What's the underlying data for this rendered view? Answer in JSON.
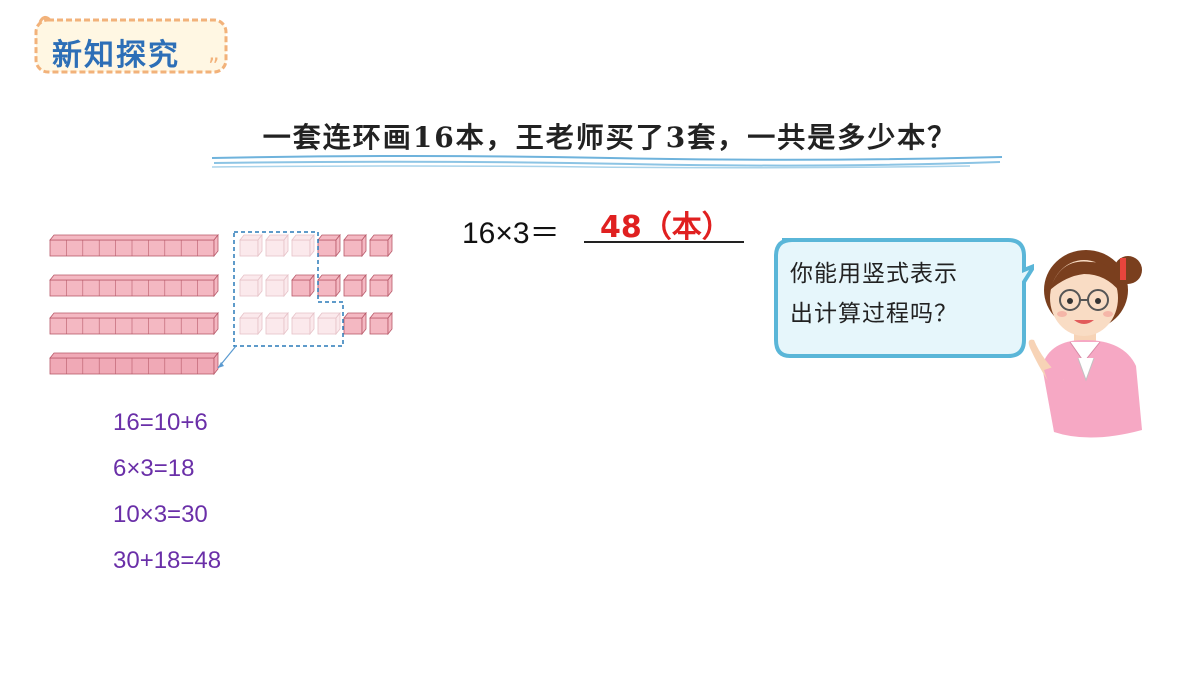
{
  "header": {
    "title": "新知探究"
  },
  "problem": {
    "question": "一套连环画16本，王老师买了3套，一共是多少本？"
  },
  "equation": {
    "expression": "16×3＝",
    "answer": "48（本）"
  },
  "steps": [
    "16=10+6",
    "6×3=18",
    "10×3=30",
    "30+18=48"
  ],
  "bubble": {
    "line1": "你能用竖式表示",
    "line2": "出计算过程吗？"
  },
  "colors": {
    "title": "#2d6fb7",
    "answer": "#e02020",
    "steps": "#6a2fa8",
    "bubble_border": "#5ab6d8",
    "bubble_fill": "#e6f6fb",
    "block": "#f4b8c2"
  },
  "icons": {
    "teacher": "teacher-illustration",
    "blocks": "counting-cubes"
  }
}
